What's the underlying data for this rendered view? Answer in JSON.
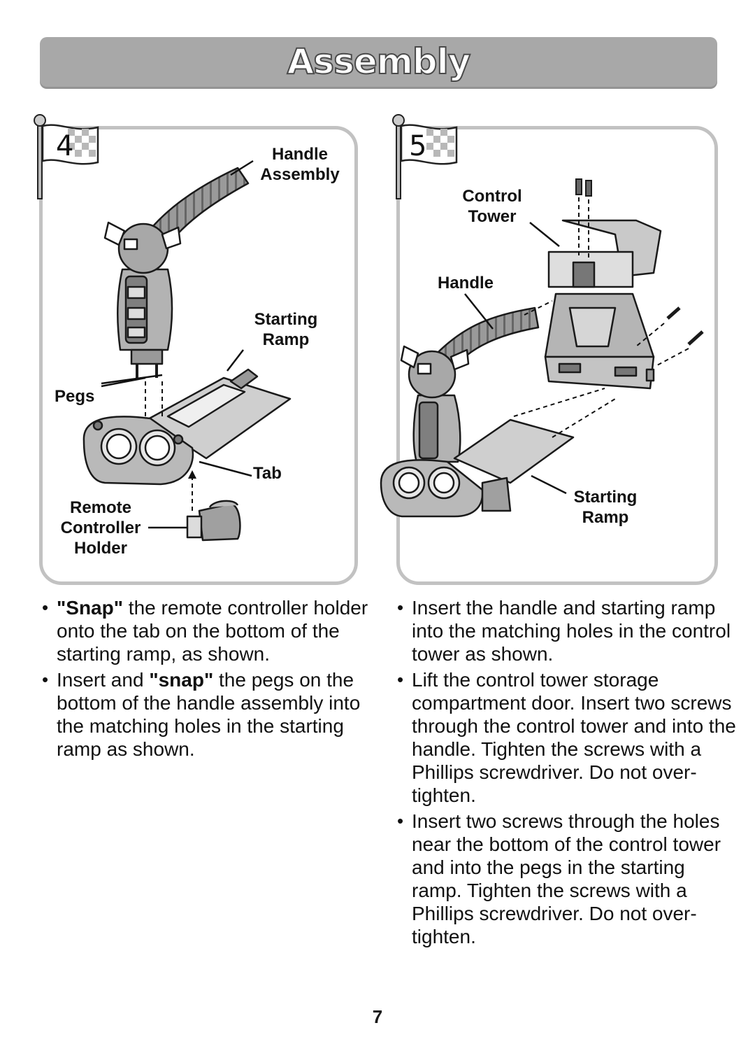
{
  "header": {
    "title": "Assembly"
  },
  "step4": {
    "number": "4",
    "labels": {
      "handle_assembly_1": "Handle",
      "handle_assembly_2": "Assembly",
      "starting_ramp_1": "Starting",
      "starting_ramp_2": "Ramp",
      "pegs": "Pegs",
      "tab": "Tab",
      "remote_1": "Remote",
      "remote_2": "Controller",
      "remote_3": "Holder"
    },
    "bullets": [
      {
        "bold": "\"Snap\"",
        "text": " the remote controller holder onto the tab on the bottom of the starting ramp, as shown."
      },
      {
        "pre": "Insert and ",
        "bold": "\"snap\"",
        "text": " the pegs on the bottom of the handle assembly into the matching holes in the starting ramp as shown."
      }
    ]
  },
  "step5": {
    "number": "5",
    "labels": {
      "control_tower_1": "Control",
      "control_tower_2": "Tower",
      "handle": "Handle",
      "starting_ramp_1": "Starting",
      "starting_ramp_2": "Ramp"
    },
    "bullets": [
      "Insert the handle and starting ramp into the matching holes in the control tower as shown.",
      "Lift the control tower storage compartment door. Insert two screws through the control tower and into the handle. Tighten the screws with a Phillips screwdriver. Do not over-tighten.",
      "Insert two screws through the holes near the bottom of the control tower and into the pegs in the starting ramp. Tighten the screws with a Phillips screwdriver. Do not over-tighten."
    ]
  },
  "footer": {
    "page_number": "7"
  },
  "colors": {
    "header_bg": "#a8a8a8",
    "panel_border": "#c2c2c2",
    "part_gray": "#9a9a9a"
  }
}
